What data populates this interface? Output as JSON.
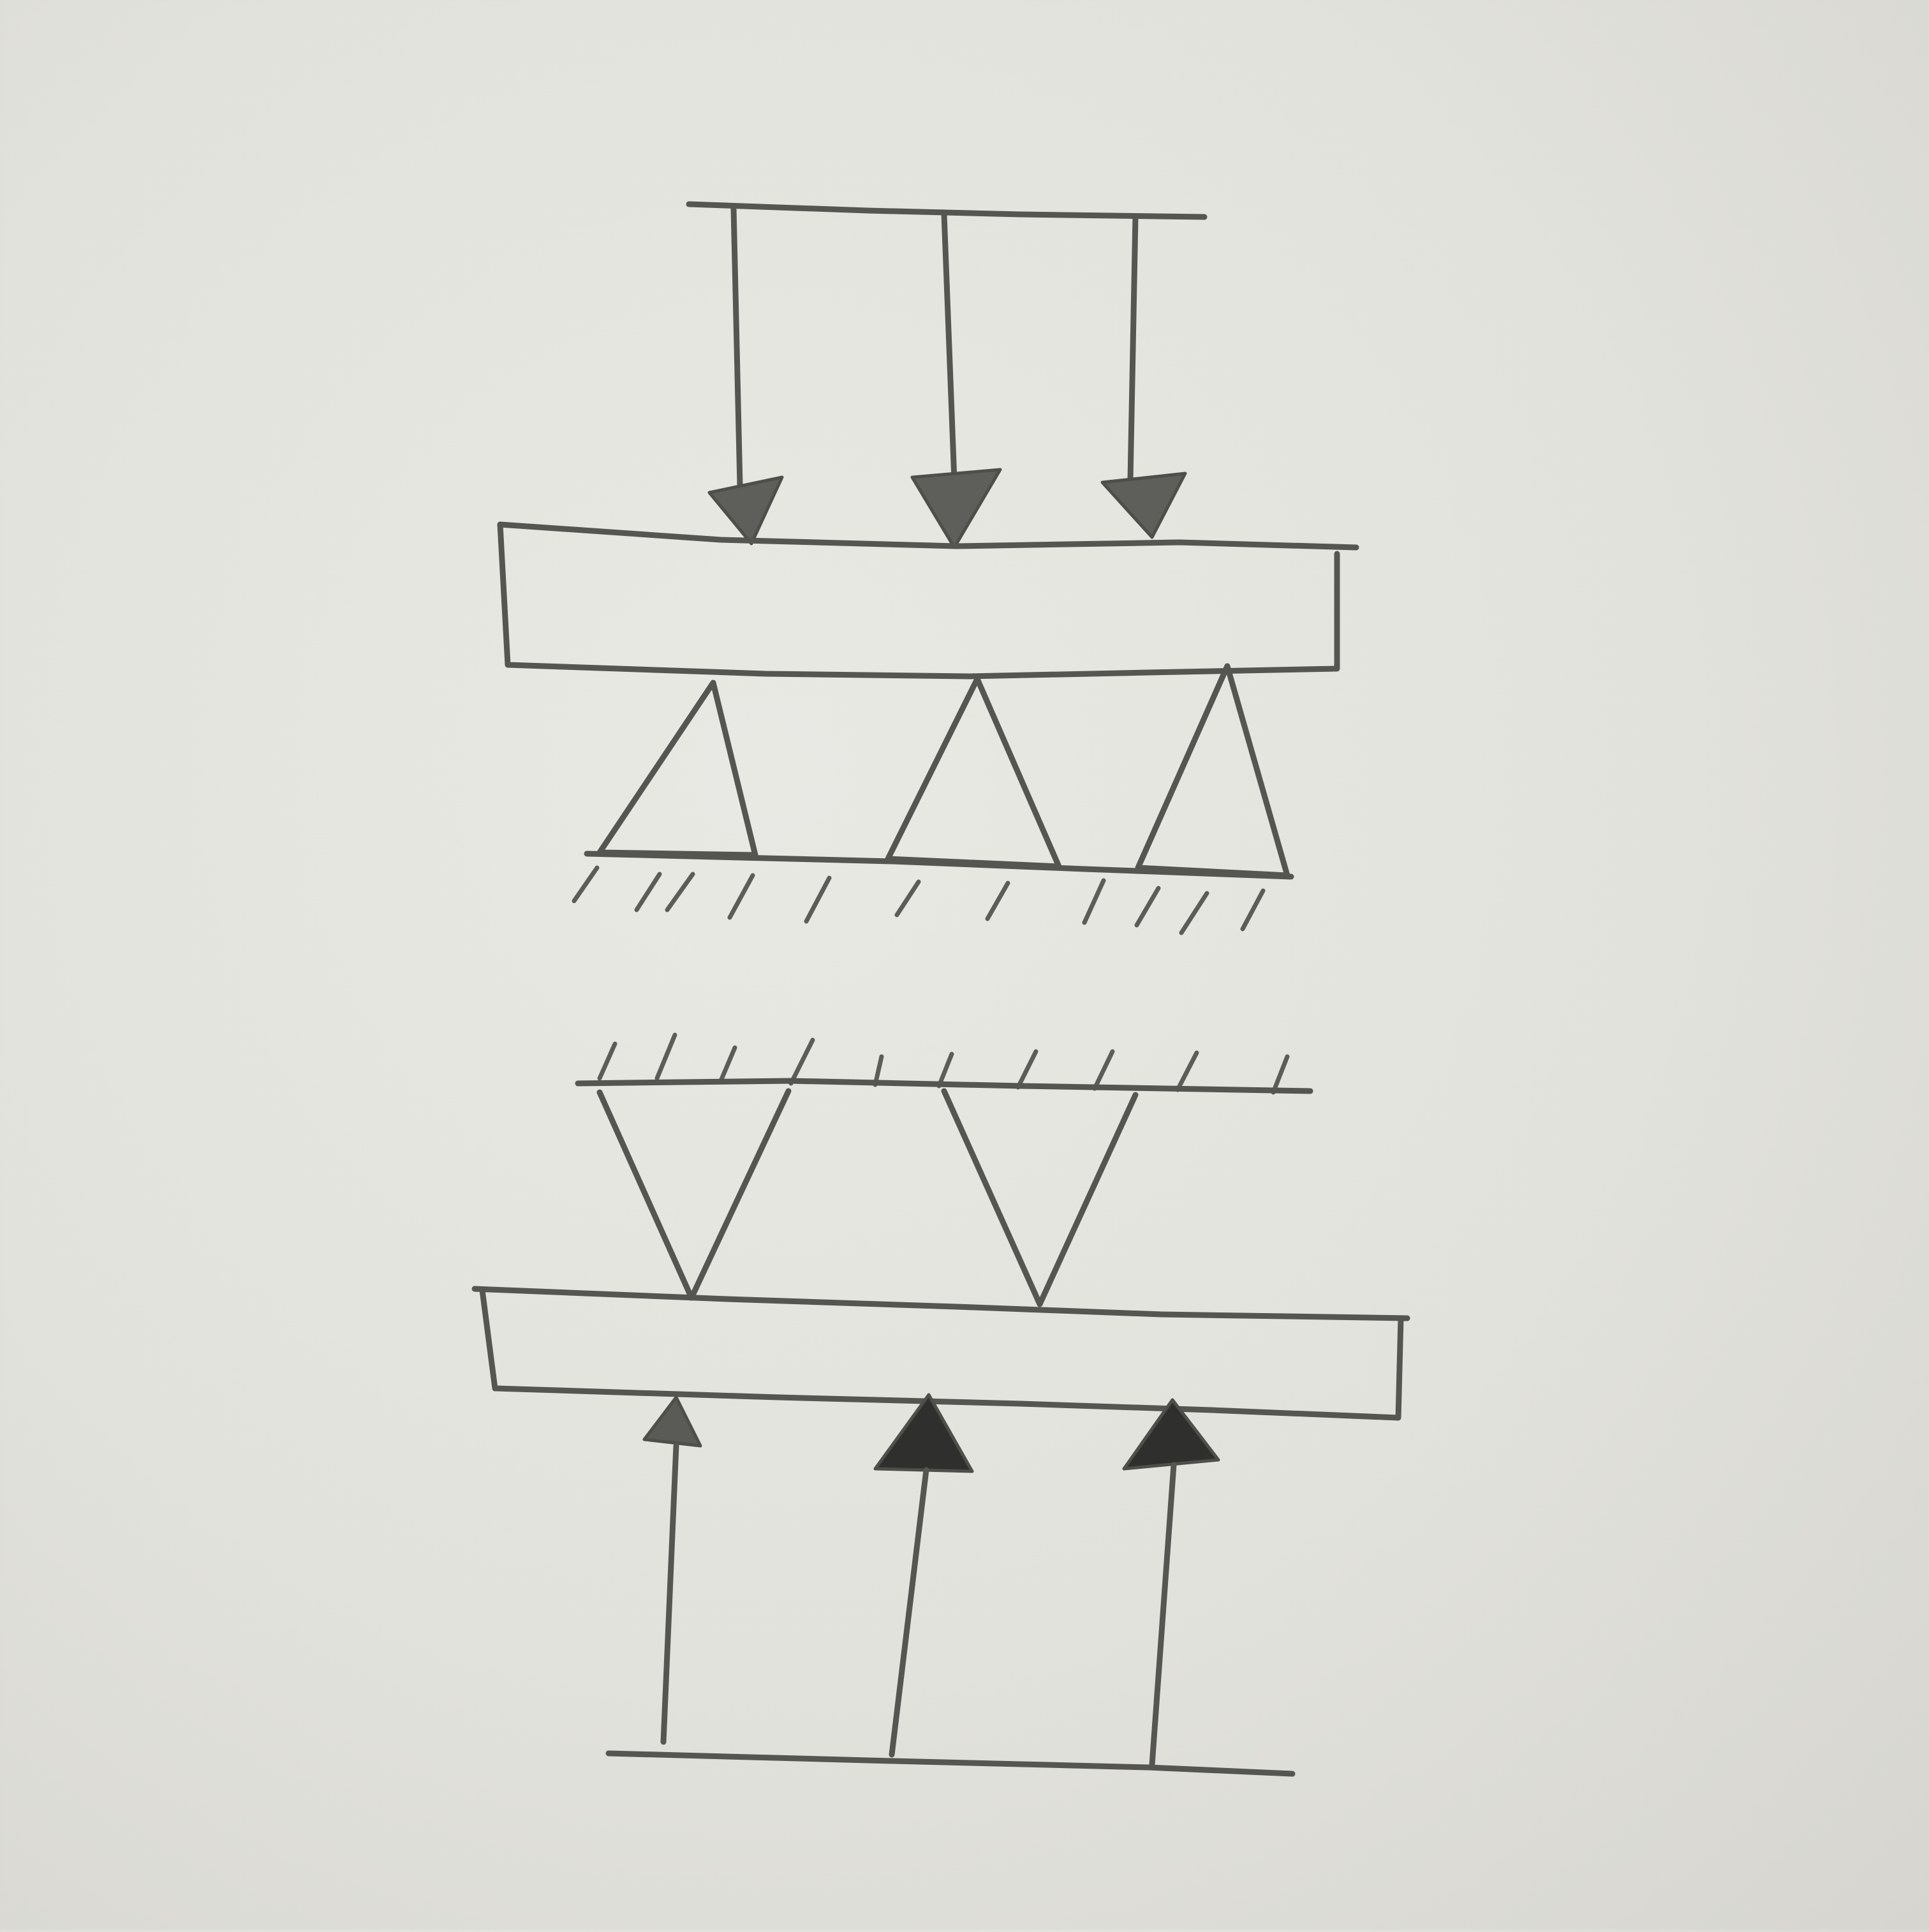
{
  "colors": {
    "paper": "#e4e4de",
    "pencil": "#555652",
    "arrowhead_upper": "#5e5f5b",
    "arrowhead_lower": "#2f302d"
  },
  "upper_assembly": {
    "load_arrows": 3,
    "arrow_direction": "down",
    "triangle_supports": 3,
    "triangle_orientation": "apex-up",
    "ground": "hatched-below"
  },
  "lower_assembly": {
    "load_arrows": 3,
    "arrow_direction": "up",
    "triangle_supports": 2,
    "triangle_orientation": "apex-down",
    "ground": "hatched-above"
  }
}
